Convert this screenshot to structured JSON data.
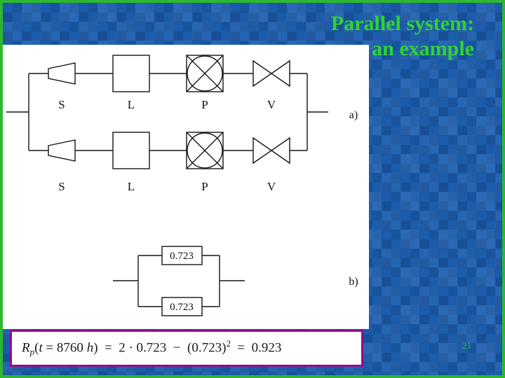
{
  "slide": {
    "title": {
      "line1": "Parallel system:",
      "line2": "an example"
    },
    "page_number": "21"
  },
  "diagram_a": {
    "caption": "a)",
    "branch1_labels": {
      "s": "S",
      "l": "L",
      "p": "P",
      "v": "V"
    },
    "branch2_labels": {
      "s": "S",
      "l": "L",
      "p": "P",
      "v": "V"
    }
  },
  "diagram_b": {
    "caption": "b)",
    "box1": "0.723",
    "box2": "0.723"
  },
  "formula": {
    "full_text": "Rp(t = 8760 h)  =  2 · 0.723  −  (0.723)2  =  0.923",
    "parts": {
      "var": "R",
      "subscript": "p",
      "open_paren": "(",
      "t_var": "t",
      "equals_value": " = 8760 ",
      "h_var": "h",
      "close_paren": ")",
      "middle": "  =  2 · 0.723  −  (0.723)",
      "exponent": "2",
      "result": "  =  0.923"
    }
  },
  "colors": {
    "background_blue": "#1b5cab",
    "border_green": "#2eb82e",
    "title_green": "#2fd32f",
    "formula_border_purple": "#8e0f8e",
    "page_number_green": "#33c23c"
  }
}
